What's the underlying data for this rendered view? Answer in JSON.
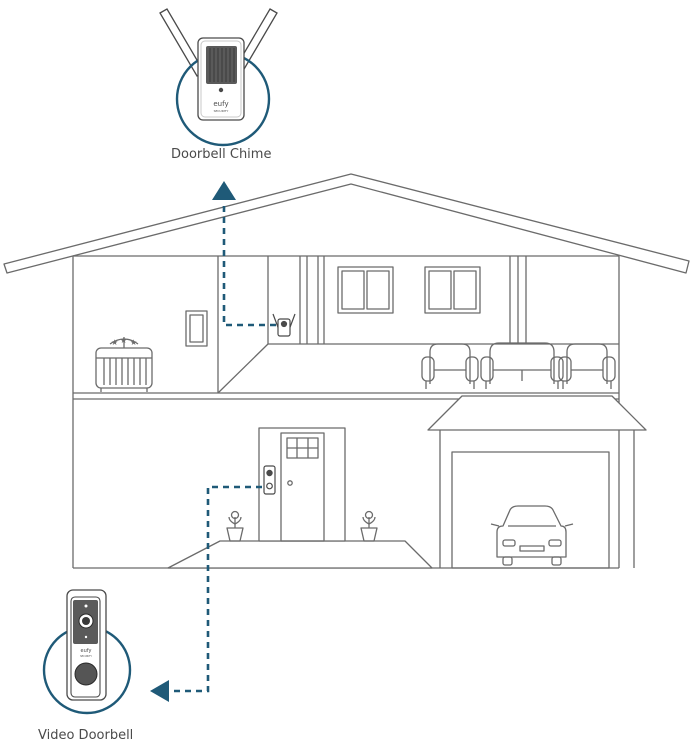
{
  "labels": {
    "chime": "Doorbell Chime",
    "doorbell": "Video Doorbell"
  },
  "brand": {
    "logo": "eufy",
    "sub": "SECURITY"
  },
  "icons": [
    "chime-device-icon",
    "video-doorbell-icon",
    "signal-arrow-icon"
  ],
  "colors": {
    "line": "#6b6b6b",
    "accent": "#1f5a78",
    "background": "#ffffff"
  }
}
